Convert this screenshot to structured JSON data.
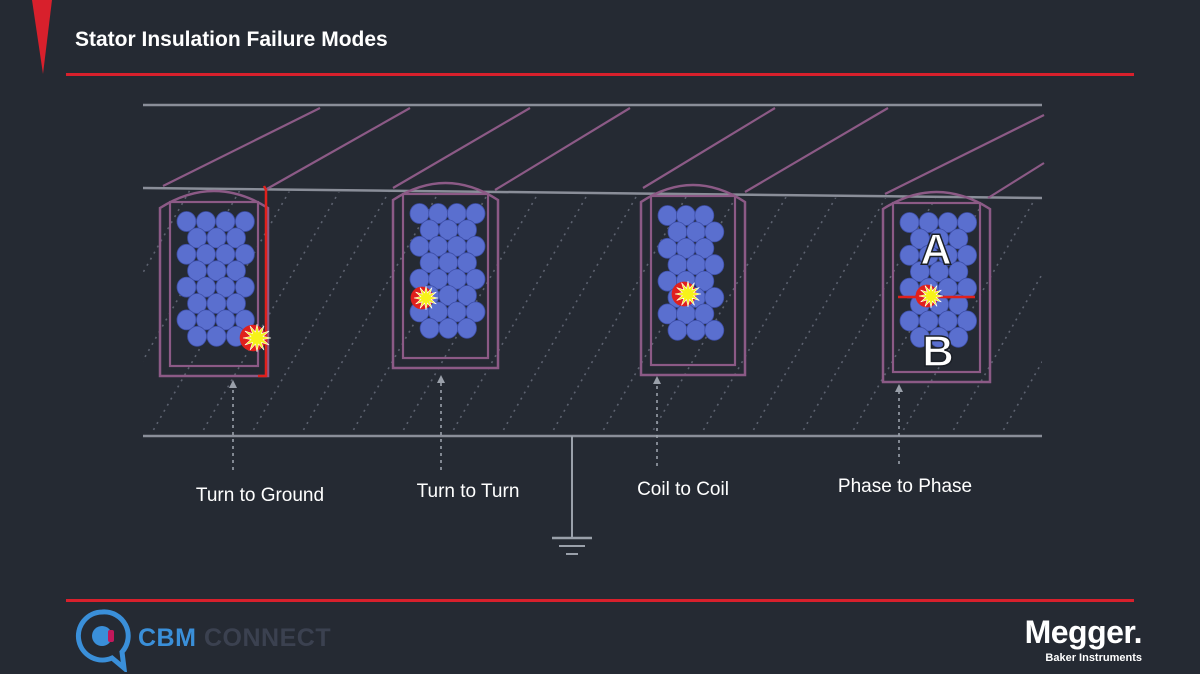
{
  "header": {
    "title": "Stator Insulation Failure Modes"
  },
  "modes": [
    {
      "label": "Turn to Ground"
    },
    {
      "label": "Turn to Turn"
    },
    {
      "label": "Coil to Coil"
    },
    {
      "label": "Phase to Phase"
    }
  ],
  "phase_markers": {
    "upper": "A",
    "lower": "B"
  },
  "footer": {
    "brand_left_a": "CBM",
    "brand_left_b": "CONNECT",
    "brand_right": "Megger.",
    "brand_right_sub": "Baker Instruments"
  },
  "colors": {
    "background": "#252a33",
    "accent_red": "#d8202c",
    "slot_outline": "#8c5a86",
    "conductor": "#5a6fcf",
    "fault_red": "#e0201c",
    "spark_yellow": "#f7f21a",
    "cbm_blue": "#3a8fd9",
    "connect_gray": "#3b4150"
  }
}
